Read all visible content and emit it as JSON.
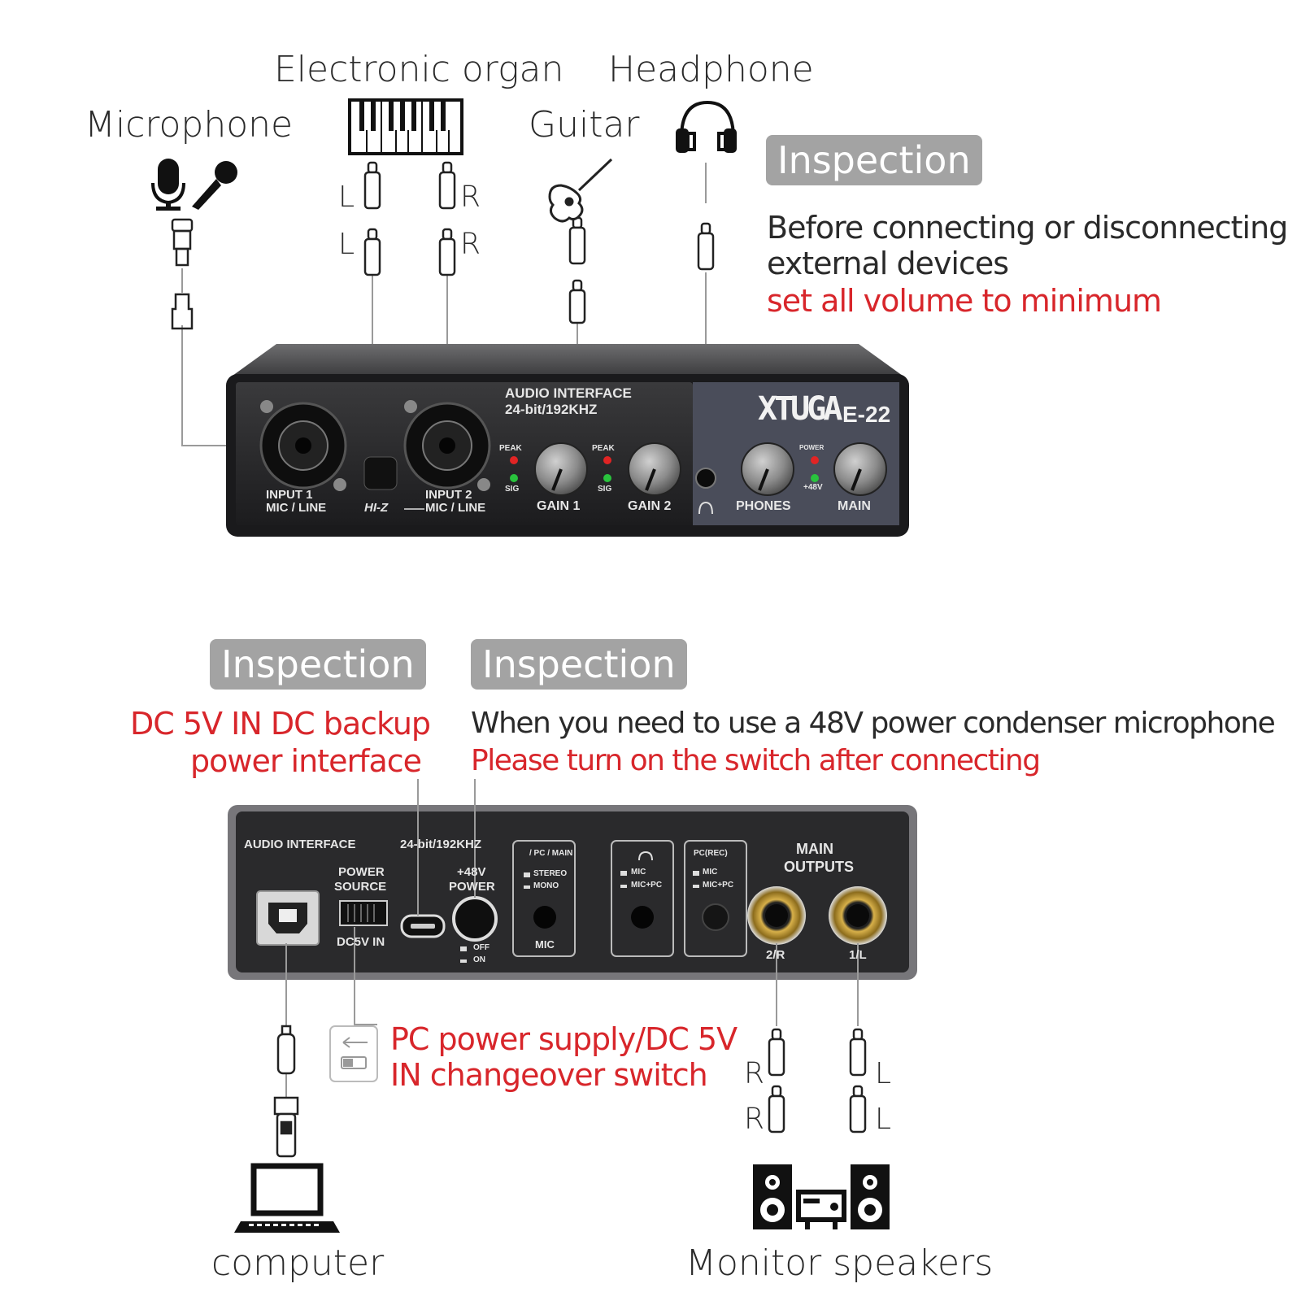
{
  "colors": {
    "red": "#d8262b",
    "pill": "#a3a3a3",
    "device": "#2a2a2c"
  },
  "top": {
    "labels": {
      "microphone": "Microphone",
      "organ": "Electronic organ",
      "guitar": "Guitar",
      "headphone": "Headphone"
    },
    "channel_marks": {
      "l1": "L",
      "l2": "L",
      "r1": "R",
      "r2": "R"
    },
    "inspection": {
      "badge": "Inspection",
      "line1": "Before connecting or disconnecting",
      "line2": "external devices",
      "warning": "set all volume to minimum"
    },
    "device": {
      "title1": "AUDIO INTERFACE",
      "title2": "24-bit/192KHZ",
      "brand": "XTUGA",
      "model": "E-22",
      "input1": "INPUT 1",
      "input1_sub": "MIC / LINE",
      "input2": "INPUT 2",
      "input2_sub": "MIC / LINE",
      "hiz": "HI-Z",
      "peak": "PEAK",
      "sig": "SIG",
      "gain1": "GAIN 1",
      "gain2": "GAIN 2",
      "phones": "PHONES",
      "main": "MAIN",
      "power": "POWER",
      "v48": "+48V"
    }
  },
  "bottom": {
    "left_inspection": {
      "badge": "Inspection",
      "line1": "DC 5V IN DC backup",
      "line2": "power interface"
    },
    "right_inspection": {
      "badge": "Inspection",
      "line1": "When you need to use a 48V power condenser microphone",
      "line2": "Please turn on the switch after connecting"
    },
    "device": {
      "title1": "AUDIO INTERFACE",
      "title2": "24-bit/192KHZ",
      "power_source": "POWER",
      "power_source2": "SOURCE",
      "dc5v": "DC5V IN",
      "p48": "+48V",
      "p48b": "POWER",
      "off": "OFF",
      "on": "ON",
      "sw1_head": "/ PC / MAIN",
      "stereo": "STEREO",
      "mono": "MONO",
      "mic": "MIC",
      "mic_pc": "MIC+PC",
      "pc_rec": "PC(REC)",
      "main_outputs": "MAIN",
      "main_outputs2": "OUTPUTS",
      "out2": "2/R",
      "out1": "1/L"
    },
    "switch_note": {
      "line1": "PC power supply/DC 5V",
      "line2": "IN changeover switch"
    },
    "channel_marks": {
      "r1": "R",
      "r2": "R",
      "l1": "L",
      "l2": "L"
    },
    "computer": "computer",
    "speakers": "Monitor speakers"
  }
}
